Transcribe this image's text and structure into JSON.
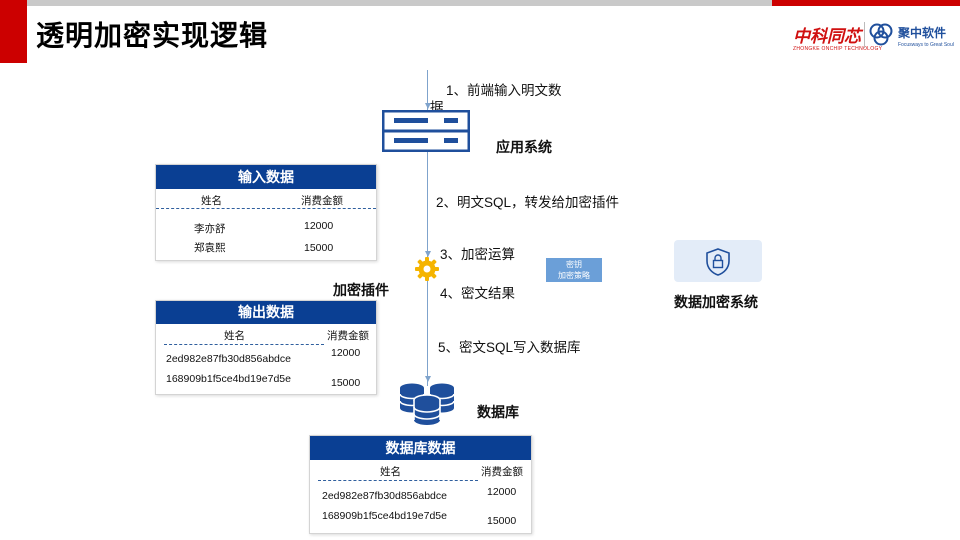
{
  "header": {
    "title": "透明加密实现逻辑",
    "logo_zkgx": "中科同芯",
    "logo_zkgx_sub": "ZHONGKE ONCHIP TECHNOLOGY",
    "logo_jz": "聚中软件",
    "logo_jz_sub": "Focusways to Great Soul"
  },
  "flow": {
    "steps": [
      "1、前端输入明文数",
      "据",
      "2、明文SQL，转发给加密插件",
      "3、加密运算",
      "4、密文结果",
      "5、密文SQL写入数据库"
    ],
    "nodes": {
      "app": "应用系统",
      "plugin": "加密插件",
      "db": "数据库",
      "encsys": "数据加密系统"
    },
    "key_box": [
      "密钥",
      "加密策略"
    ]
  },
  "tables": {
    "input": {
      "title": "输入数据",
      "headers": [
        "姓名",
        "消费金额"
      ],
      "rows": [
        [
          "李亦舒",
          "12000"
        ],
        [
          "郑袁熙",
          "15000"
        ]
      ]
    },
    "output": {
      "title": "输出数据",
      "headers": [
        "姓名",
        "消费金额"
      ],
      "rows": [
        [
          "2ed982e87fb30d856abdce",
          "12000"
        ],
        [
          "168909b1f5ce4bd19e7d5e",
          "15000"
        ]
      ]
    },
    "db": {
      "title": "数据库数据",
      "headers": [
        "姓名",
        "消费金额"
      ],
      "rows": [
        [
          "2ed982e87fb30d856abdce",
          "12000"
        ],
        [
          "168909b1f5ce4bd19e7d5e",
          "15000"
        ]
      ]
    }
  },
  "colors": {
    "brand_red": "#cc0000",
    "header_blue": "#0a3f93",
    "flow_line": "#7fa3cc",
    "gear_yellow": "#f5b400"
  }
}
